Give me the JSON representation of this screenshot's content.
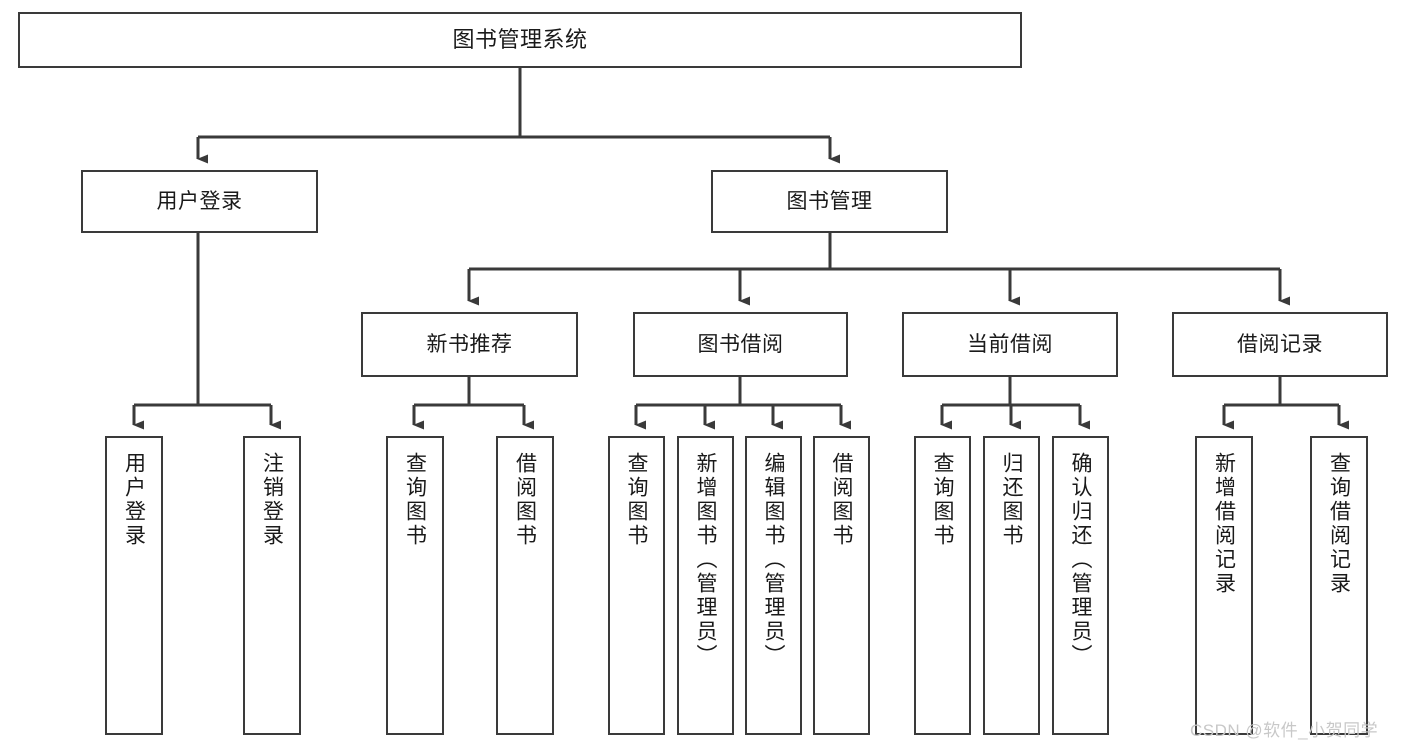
{
  "diagram": {
    "title": "图书管理系统",
    "type": "tree-hierarchy-diagram",
    "root": {
      "label": "图书管理系统"
    },
    "level1": [
      {
        "label": "用户登录"
      },
      {
        "label": "图书管理"
      }
    ],
    "level2": [
      {
        "label": "新书推荐"
      },
      {
        "label": "图书借阅"
      },
      {
        "label": "当前借阅"
      },
      {
        "label": "借阅记录"
      }
    ],
    "leaves": {
      "user_login": [
        {
          "label": "用户登录"
        },
        {
          "label": "注销登录"
        }
      ],
      "new_book_recommend": [
        {
          "label": "查询图书"
        },
        {
          "label": "借阅图书"
        }
      ],
      "book_borrow": [
        {
          "label": "查询图书"
        },
        {
          "label": "新增图书（管理员）"
        },
        {
          "label": "编辑图书（管理员）"
        },
        {
          "label": "借阅图书"
        }
      ],
      "current_borrow": [
        {
          "label": "查询图书"
        },
        {
          "label": "归还图书"
        },
        {
          "label": "确认归还（管理员）"
        }
      ],
      "borrow_record": [
        {
          "label": "新增借阅记录"
        },
        {
          "label": "查询借阅记录"
        }
      ]
    }
  },
  "watermark": {
    "text": "CSDN @软件_小贺同学"
  },
  "colors": {
    "border": "#3a3a3a",
    "background": "#ffffff",
    "text": "#1a1a1a",
    "watermark": "#c8c8c8"
  }
}
